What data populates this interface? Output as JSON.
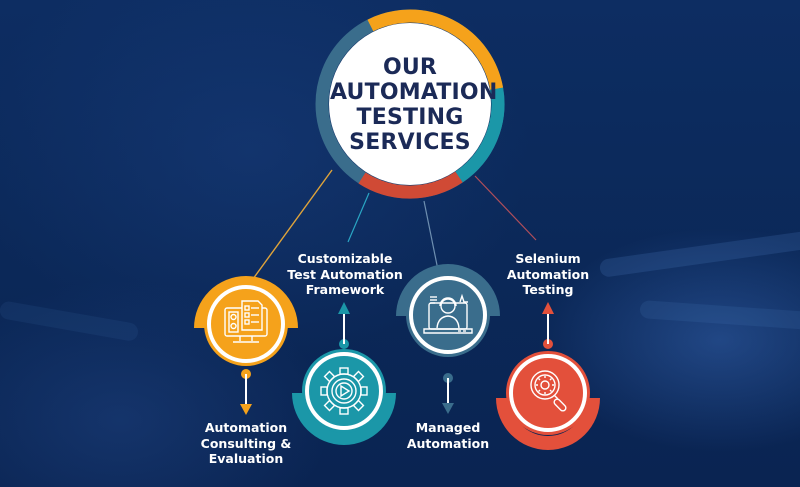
{
  "hub": {
    "lines": [
      "OUR",
      "AUTOMATION",
      "TESTING",
      "SERVICES"
    ],
    "ring_colors": {
      "orange": "#f5a21b",
      "teal": "#1b97a8",
      "red": "#d04a35",
      "slate": "#3a6d8c"
    }
  },
  "services": [
    {
      "id": "consulting",
      "lines": [
        "Automation",
        "Consulting &",
        "Evaluation"
      ],
      "color": "#f5a21b",
      "icon": "checklist-monitor-icon",
      "arrow": "down"
    },
    {
      "id": "framework",
      "lines": [
        "Customizable",
        "Test Automation",
        "Framework"
      ],
      "color": "#1b97a8",
      "icon": "gear-play-icon",
      "arrow": "up"
    },
    {
      "id": "managed",
      "lines": [
        "Managed",
        "Automation"
      ],
      "color": "#3a6d8c",
      "icon": "support-agent-laptop-icon",
      "arrow": "down"
    },
    {
      "id": "selenium",
      "lines": [
        "Selenium",
        "Automation",
        "Testing"
      ],
      "color": "#e3503b",
      "icon": "magnifier-gear-icon",
      "arrow": "up"
    }
  ],
  "colors": {
    "background": "#0c2a5c",
    "text_dark": "#1b2a57",
    "text_light": "#ffffff"
  }
}
